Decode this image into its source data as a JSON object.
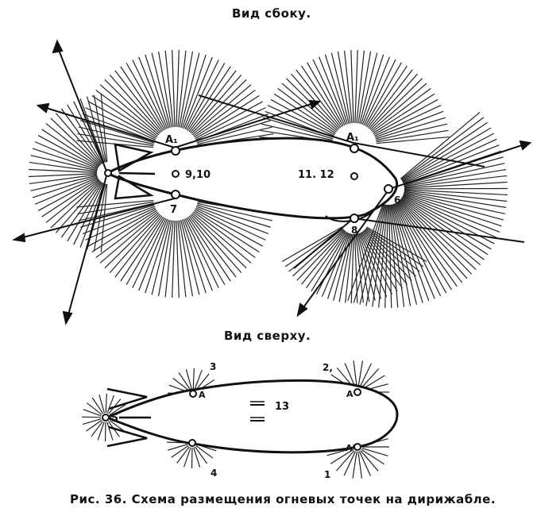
{
  "side_view": {
    "title": "Вид сбоку.",
    "labels": {
      "a1_left": "A₁",
      "a1_right": "A₁",
      "guns_9_10": "9,10",
      "guns_11_12": "11. 12",
      "gun_7": "7",
      "gun_8": "8",
      "gun_6": "6"
    }
  },
  "top_view": {
    "title": "Вид сверху.",
    "labels": {
      "n3": "3",
      "n2": "2,",
      "n4": "4",
      "n1": "1",
      "n5": "5",
      "n13": "13",
      "a_left": "A",
      "a_right_top": "A",
      "a_right_bottom": "A'"
    }
  },
  "caption": "Рис. 36. Схема размещения огневых точек на дирижабле."
}
